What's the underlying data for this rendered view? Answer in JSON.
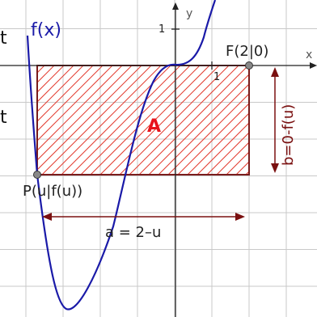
{
  "labels": {
    "function": "f(x)",
    "point_f": "F(2|0)",
    "point_p": "P(u|f(u))",
    "area": "A",
    "width": "a = 2–u",
    "height": "b=0-f(u)",
    "axis_x": "x",
    "axis_y": "y",
    "tick_x": "1",
    "tick_y": "1",
    "edge_top": "t",
    "edge_mid": "t"
  },
  "colors": {
    "curve": "#1a1aa8",
    "rectangle": "#7a1c1c",
    "hatch": "#e23a2e",
    "area_label": "#e8141d",
    "dimension": "#7a1010",
    "axes": "#222222",
    "grid": "#c9c9c9",
    "point": "#888888"
  }
}
